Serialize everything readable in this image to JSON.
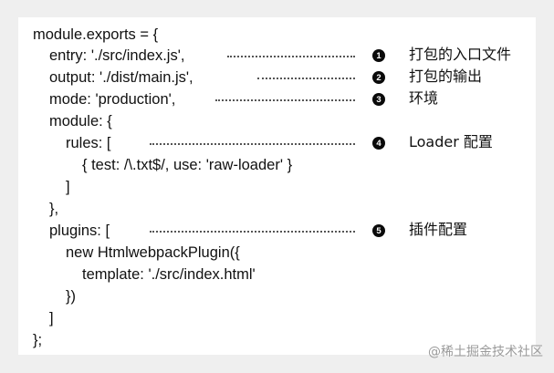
{
  "code": {
    "lines": [
      "module.exports = {",
      "entry: './src/index.js',",
      "output: './dist/main.js',",
      "mode: 'production',",
      "module: {",
      "rules: [",
      "{ test: /\\.txt$/, use: 'raw-loader' }",
      "]",
      "},",
      "plugins: [",
      "new HtmlwebpackPlugin({",
      "template: './src/index.html'",
      "})",
      "]",
      "};"
    ]
  },
  "annotations": [
    {
      "marker": "1",
      "label": "打包的入口文件"
    },
    {
      "marker": "2",
      "label": "打包的输出"
    },
    {
      "marker": "3",
      "label": "环境"
    },
    {
      "marker": "4",
      "label": "Loader 配置"
    },
    {
      "marker": "5",
      "label": "插件配置"
    }
  ],
  "watermark": "@稀土掘金技术社区",
  "colors": {
    "text": "#111111",
    "marker_bg": "#0a0a0a",
    "dots": "#555555",
    "page_bg": "#efefef",
    "card_bg": "#ffffff",
    "watermark": "#9a9a9a"
  }
}
